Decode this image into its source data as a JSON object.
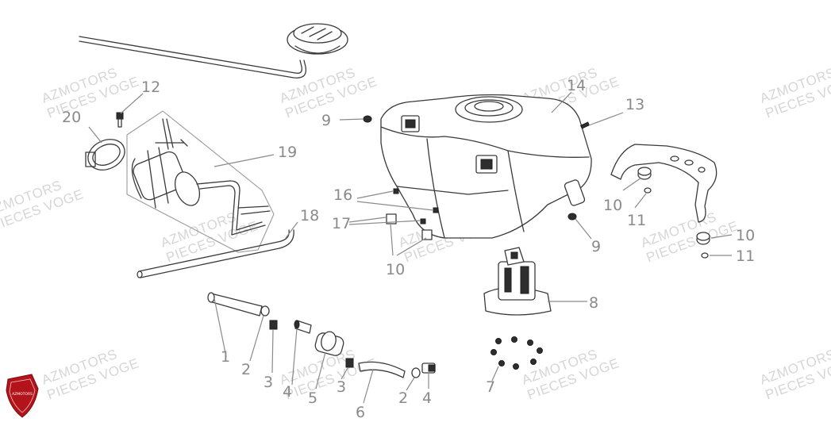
{
  "watermark": {
    "line1": "AZMOTORS",
    "line2": "PIECES VOGE"
  },
  "logo": {
    "text": "AZMOTORS",
    "color": "#b3141b"
  },
  "callouts": [
    "1",
    "2",
    "3",
    "4",
    "5",
    "3",
    "6",
    "2",
    "4",
    "7",
    "8",
    "9",
    "9",
    "10",
    "10",
    "10",
    "11",
    "11",
    "12",
    "13",
    "14",
    "16",
    "17",
    "18",
    "19",
    "20"
  ]
}
